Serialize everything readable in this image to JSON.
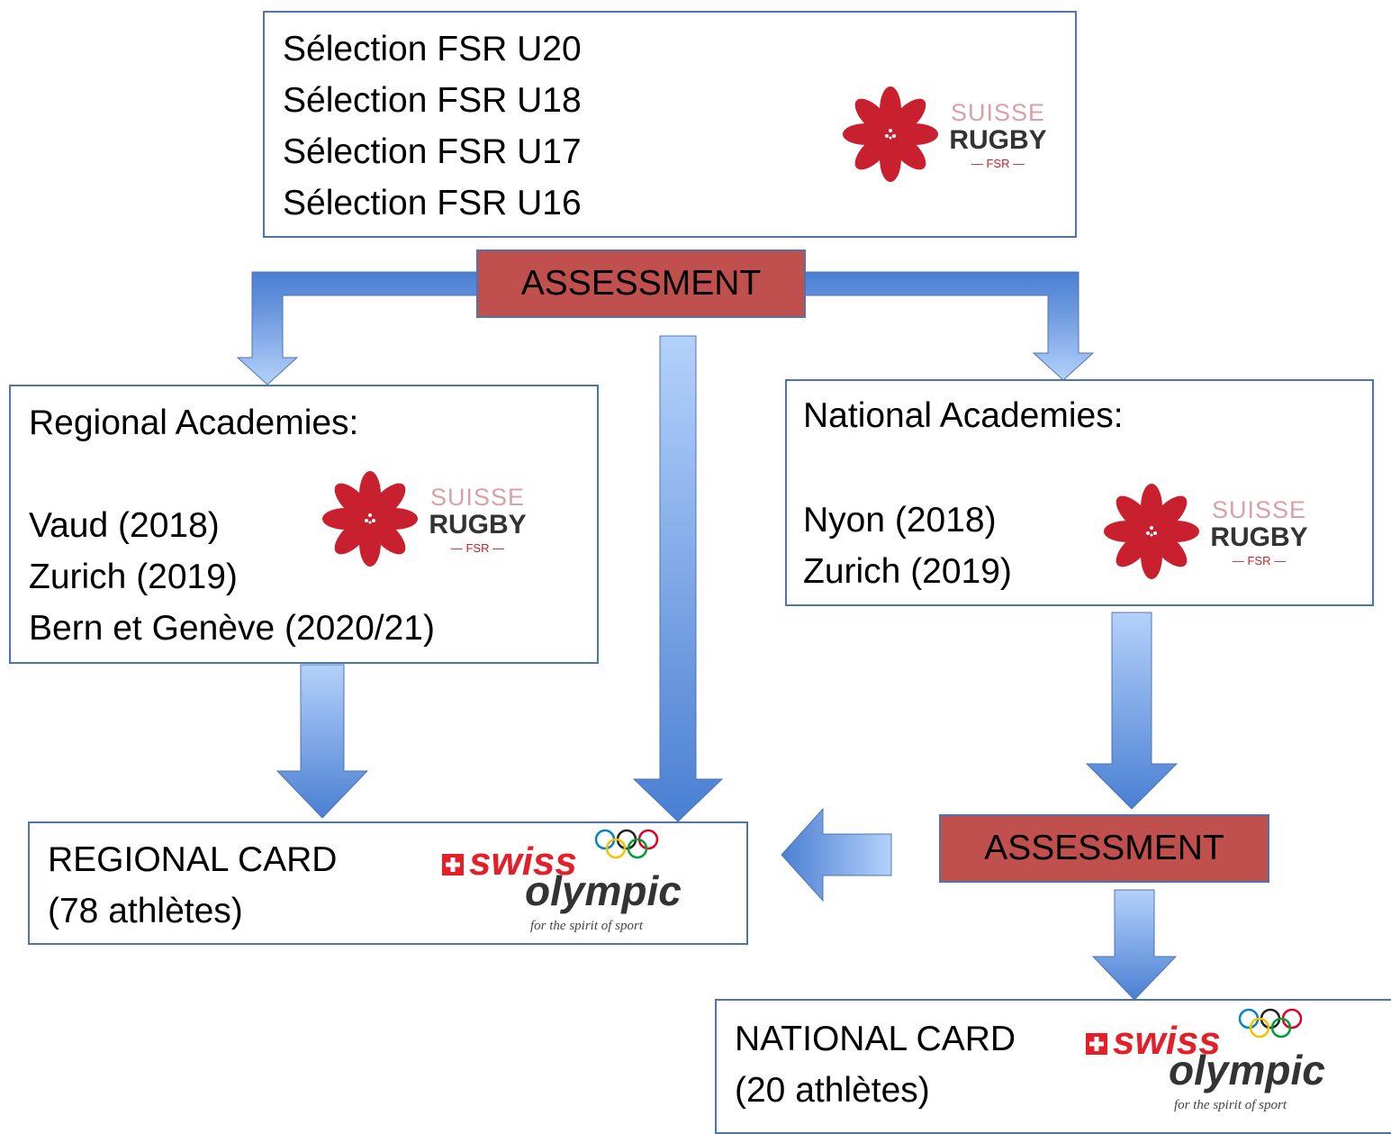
{
  "top_box": {
    "lines": [
      "Sélection FSR U20",
      "Sélection FSR U18",
      "Sélection FSR U17",
      "Sélection FSR U16"
    ]
  },
  "assessment_top": "ASSESSMENT",
  "assessment_right": "ASSESSMENT",
  "regional_box": {
    "title": "Regional Academies:",
    "items": [
      "Vaud (2018)",
      "Zurich (2019)",
      "Bern et Genève (2020/21)"
    ]
  },
  "national_box": {
    "title": "National Academies:",
    "items": [
      "Nyon (2018)",
      "Zurich (2019)"
    ]
  },
  "regional_card": {
    "line1": "REGIONAL CARD",
    "line2": "(78 athlètes)"
  },
  "national_card": {
    "line1": "NATIONAL CARD",
    "line2": "(20 athlètes)"
  },
  "logos": {
    "suisse_rugby": {
      "suisse": "SUISSE",
      "rugby": "RUGBY",
      "fsr": "— FSR —"
    },
    "swiss_olympic": {
      "swiss": "swiss",
      "olympic": "olympic",
      "tagline": "for the spirit of sport"
    }
  },
  "colors": {
    "box_border": "#4f74ad",
    "assessment_fill": "#c0504d",
    "arrow_light": "#a9c8f5",
    "arrow_dark": "#4a7fd2",
    "rugby_red": "#c9202f",
    "swiss_red": "#e3202a"
  }
}
